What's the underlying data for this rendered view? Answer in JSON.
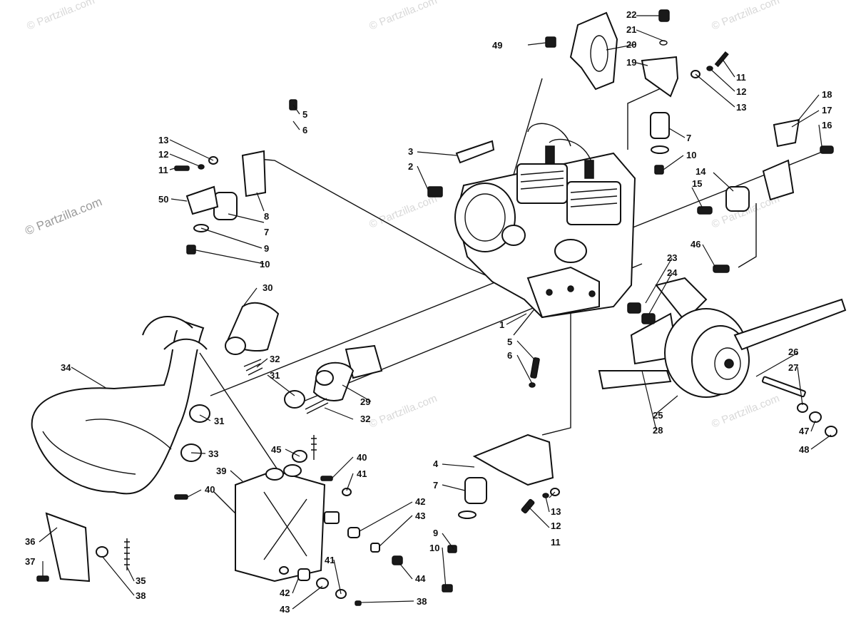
{
  "watermark": {
    "primary": "© Partzilla.com",
    "faded": "© Partzilla.com"
  },
  "callouts": [
    {
      "id": "c1",
      "text": "1"
    },
    {
      "id": "c2",
      "text": "2"
    },
    {
      "id": "c3",
      "text": "3"
    },
    {
      "id": "c4",
      "text": "4"
    },
    {
      "id": "c5a",
      "text": "5"
    },
    {
      "id": "c5b",
      "text": "5"
    },
    {
      "id": "c6a",
      "text": "6"
    },
    {
      "id": "c6b",
      "text": "6"
    },
    {
      "id": "c7a",
      "text": "7"
    },
    {
      "id": "c7b",
      "text": "7"
    },
    {
      "id": "c7c",
      "text": "7"
    },
    {
      "id": "c8",
      "text": "8"
    },
    {
      "id": "c9a",
      "text": "9"
    },
    {
      "id": "c9b",
      "text": "9"
    },
    {
      "id": "c10a",
      "text": "10"
    },
    {
      "id": "c10b",
      "text": "10"
    },
    {
      "id": "c10c",
      "text": "10"
    },
    {
      "id": "c11a",
      "text": "11"
    },
    {
      "id": "c11b",
      "text": "11"
    },
    {
      "id": "c11c",
      "text": "11"
    },
    {
      "id": "c12a",
      "text": "12"
    },
    {
      "id": "c12b",
      "text": "12"
    },
    {
      "id": "c12c",
      "text": "12"
    },
    {
      "id": "c13a",
      "text": "13"
    },
    {
      "id": "c13b",
      "text": "13"
    },
    {
      "id": "c13c",
      "text": "13"
    },
    {
      "id": "c14",
      "text": "14"
    },
    {
      "id": "c15",
      "text": "15"
    },
    {
      "id": "c16",
      "text": "16"
    },
    {
      "id": "c17",
      "text": "17"
    },
    {
      "id": "c18",
      "text": "18"
    },
    {
      "id": "c19",
      "text": "19"
    },
    {
      "id": "c20",
      "text": "20"
    },
    {
      "id": "c21",
      "text": "21"
    },
    {
      "id": "c22",
      "text": "22"
    },
    {
      "id": "c23",
      "text": "23"
    },
    {
      "id": "c24",
      "text": "24"
    },
    {
      "id": "c25",
      "text": "25"
    },
    {
      "id": "c26",
      "text": "26"
    },
    {
      "id": "c27",
      "text": "27"
    },
    {
      "id": "c28",
      "text": "28"
    },
    {
      "id": "c29",
      "text": "29"
    },
    {
      "id": "c30",
      "text": "30"
    },
    {
      "id": "c31a",
      "text": "31"
    },
    {
      "id": "c31b",
      "text": "31"
    },
    {
      "id": "c32a",
      "text": "32"
    },
    {
      "id": "c32b",
      "text": "32"
    },
    {
      "id": "c33",
      "text": "33"
    },
    {
      "id": "c34",
      "text": "34"
    },
    {
      "id": "c35",
      "text": "35"
    },
    {
      "id": "c36",
      "text": "36"
    },
    {
      "id": "c37",
      "text": "37"
    },
    {
      "id": "c38a",
      "text": "38"
    },
    {
      "id": "c38b",
      "text": "38"
    },
    {
      "id": "c39",
      "text": "39"
    },
    {
      "id": "c40a",
      "text": "40"
    },
    {
      "id": "c40b",
      "text": "40"
    },
    {
      "id": "c41a",
      "text": "41"
    },
    {
      "id": "c41b",
      "text": "41"
    },
    {
      "id": "c42a",
      "text": "42"
    },
    {
      "id": "c42b",
      "text": "42"
    },
    {
      "id": "c43a",
      "text": "43"
    },
    {
      "id": "c43b",
      "text": "43"
    },
    {
      "id": "c44",
      "text": "44"
    },
    {
      "id": "c45",
      "text": "45"
    },
    {
      "id": "c46",
      "text": "46"
    },
    {
      "id": "c47",
      "text": "47"
    },
    {
      "id": "c48",
      "text": "48"
    },
    {
      "id": "c49",
      "text": "49"
    },
    {
      "id": "c50",
      "text": "50"
    }
  ]
}
